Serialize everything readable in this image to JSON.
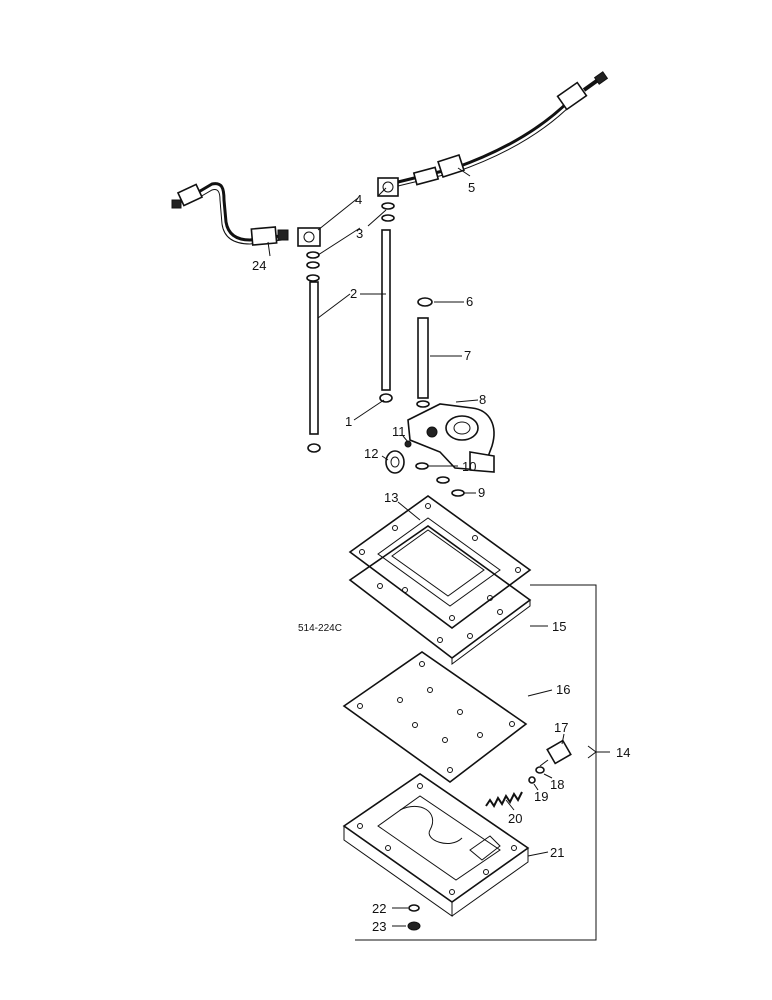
{
  "figure_ref": "514-224C",
  "callouts": [
    {
      "id": "c1",
      "text": "1"
    },
    {
      "id": "c2",
      "text": "2"
    },
    {
      "id": "c3",
      "text": "3"
    },
    {
      "id": "c4",
      "text": "4"
    },
    {
      "id": "c5",
      "text": "5"
    },
    {
      "id": "c6",
      "text": "6"
    },
    {
      "id": "c7",
      "text": "7"
    },
    {
      "id": "c8",
      "text": "8"
    },
    {
      "id": "c9",
      "text": "9"
    },
    {
      "id": "c10",
      "text": "10"
    },
    {
      "id": "c11",
      "text": "11"
    },
    {
      "id": "c12",
      "text": "12"
    },
    {
      "id": "c13",
      "text": "13"
    },
    {
      "id": "c14",
      "text": "14"
    },
    {
      "id": "c15",
      "text": "15"
    },
    {
      "id": "c16",
      "text": "16"
    },
    {
      "id": "c17",
      "text": "17"
    },
    {
      "id": "c18",
      "text": "18"
    },
    {
      "id": "c19",
      "text": "19"
    },
    {
      "id": "c20",
      "text": "20"
    },
    {
      "id": "c21",
      "text": "21"
    },
    {
      "id": "c22",
      "text": "22"
    },
    {
      "id": "c23",
      "text": "23"
    },
    {
      "id": "c24",
      "text": "24"
    }
  ]
}
